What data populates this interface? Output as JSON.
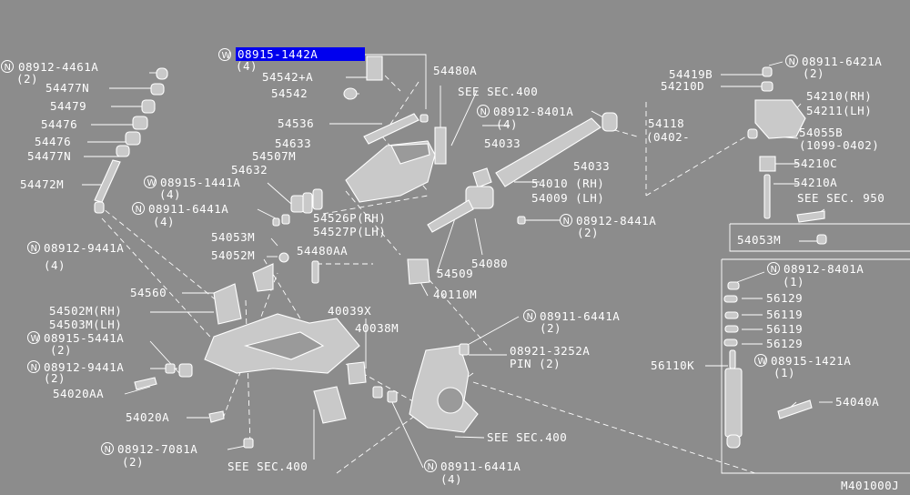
{
  "diagram": {
    "code": "M401000J",
    "highlight": {
      "part": "08915-1442A",
      "qty": "(4)",
      "prefix": "W",
      "color": "#0000ee"
    },
    "labels": [
      {
        "id": "l01",
        "prefix": "N",
        "text": "08912-4461A",
        "qty": "(2)"
      },
      {
        "id": "l02",
        "text": "54477N"
      },
      {
        "id": "l03",
        "text": "54479"
      },
      {
        "id": "l04",
        "text": "54476"
      },
      {
        "id": "l05",
        "text": "54476"
      },
      {
        "id": "l06",
        "text": "54477N"
      },
      {
        "id": "l07",
        "text": "54472M"
      },
      {
        "id": "l08",
        "prefix": "N",
        "text": "08912-9441A",
        "qty": "(4)"
      },
      {
        "id": "l09",
        "text": "54542+A"
      },
      {
        "id": "l10",
        "text": "54542"
      },
      {
        "id": "l11",
        "text": "54536"
      },
      {
        "id": "l12",
        "text": "54633"
      },
      {
        "id": "l13",
        "text": "54507M"
      },
      {
        "id": "l14",
        "text": "54632"
      },
      {
        "id": "l15",
        "prefix": "W",
        "text": "08915-1441A",
        "qty": "(4)"
      },
      {
        "id": "l16",
        "prefix": "N",
        "text": "08911-6441A",
        "qty": "(4)"
      },
      {
        "id": "l17",
        "text": "54053M"
      },
      {
        "id": "l18",
        "text": "54052M"
      },
      {
        "id": "l19",
        "text": "54480AA"
      },
      {
        "id": "l20",
        "text": "54480A"
      },
      {
        "id": "l21",
        "text": "SEE SEC.400"
      },
      {
        "id": "l22",
        "prefix": "N",
        "text": "08912-8401A",
        "qty": "(4)"
      },
      {
        "id": "l23",
        "text": "54033"
      },
      {
        "id": "l24",
        "text": "54033"
      },
      {
        "id": "l25",
        "text": "54010 (RH)"
      },
      {
        "id": "l26",
        "text": "54009 (LH)"
      },
      {
        "id": "l27",
        "text": "54526P(RH)"
      },
      {
        "id": "l28",
        "text": "54527P(LH)"
      },
      {
        "id": "l29",
        "prefix": "N",
        "text": "08912-8441A",
        "qty": "(2)"
      },
      {
        "id": "l30",
        "text": "54080"
      },
      {
        "id": "l31",
        "text": "54509"
      },
      {
        "id": "l32",
        "text": "40110M"
      },
      {
        "id": "l33",
        "text": "54118"
      },
      {
        "id": "l34",
        "text": "(0402-"
      },
      {
        "id": "l35",
        "text": "54419B"
      },
      {
        "id": "l36",
        "text": "54210D"
      },
      {
        "id": "l37",
        "prefix": "N",
        "text": "08911-6421A",
        "qty": "(2)"
      },
      {
        "id": "l38",
        "text": "54210(RH)"
      },
      {
        "id": "l39",
        "text": "54211(LH)"
      },
      {
        "id": "l40",
        "text": "54055B"
      },
      {
        "id": "l41",
        "text": "(1099-0402)"
      },
      {
        "id": "l42",
        "text": "54210C"
      },
      {
        "id": "l43",
        "text": "54210A"
      },
      {
        "id": "l44",
        "text": "SEE SEC. 950"
      },
      {
        "id": "l45",
        "text": "54053M"
      },
      {
        "id": "l46",
        "text": "54560"
      },
      {
        "id": "l47",
        "text": "54502M(RH)"
      },
      {
        "id": "l48",
        "text": "54503M(LH)"
      },
      {
        "id": "l49",
        "prefix": "W",
        "text": "08915-5441A",
        "qty": "(2)"
      },
      {
        "id": "l50",
        "prefix": "N",
        "text": "08912-9441A",
        "qty": "(2)"
      },
      {
        "id": "l51",
        "text": "54020AA"
      },
      {
        "id": "l52",
        "text": "54020A"
      },
      {
        "id": "l53",
        "prefix": "N",
        "text": "08912-7081A",
        "qty": "(2)"
      },
      {
        "id": "l54",
        "text": "SEE SEC.400"
      },
      {
        "id": "l55",
        "text": "40039X"
      },
      {
        "id": "l56",
        "text": "40038M"
      },
      {
        "id": "l57",
        "prefix": "N",
        "text": "08911-6441A",
        "qty": "(2)"
      },
      {
        "id": "l58",
        "text": "08921-3252A"
      },
      {
        "id": "l59",
        "text": "PIN (2)"
      },
      {
        "id": "l60",
        "text": "SEE SEC.400"
      },
      {
        "id": "l61",
        "prefix": "N",
        "text": "08911-6441A",
        "qty": "(4)"
      },
      {
        "id": "l62",
        "prefix": "N",
        "text": "08912-8401A",
        "qty": "(1)"
      },
      {
        "id": "l63",
        "text": "56129"
      },
      {
        "id": "l64",
        "text": "56119"
      },
      {
        "id": "l65",
        "text": "56119"
      },
      {
        "id": "l66",
        "text": "56129"
      },
      {
        "id": "l67",
        "text": "56110K"
      },
      {
        "id": "l68",
        "prefix": "W",
        "text": "08915-1421A",
        "qty": "(1)"
      },
      {
        "id": "l69",
        "text": "54040A"
      }
    ]
  }
}
